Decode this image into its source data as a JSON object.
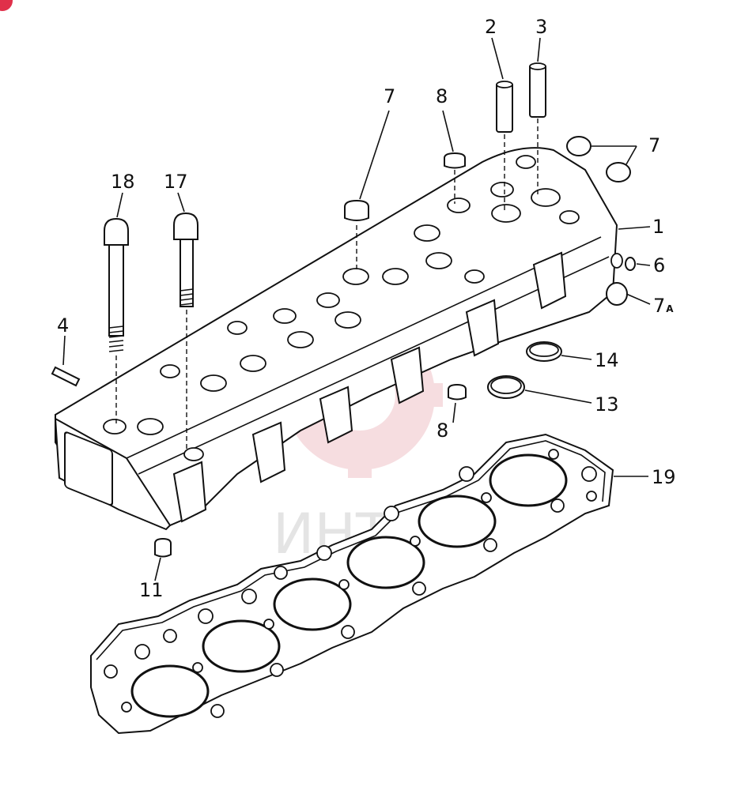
{
  "watermark": {
    "text": "ИНТЕХ",
    "color": "#e6a0a8"
  },
  "badge": {
    "color": "#e0304a"
  },
  "callouts": {
    "c1": "1",
    "c2": "2",
    "c3": "3",
    "c4": "4",
    "c6": "6",
    "c7a": "7",
    "c7b": "7",
    "c7A": "7",
    "c7A_sub": "A",
    "c8a": "8",
    "c8b": "8",
    "c11": "11",
    "c13": "13",
    "c14": "14",
    "c17": "17",
    "c18": "18",
    "c19": "19"
  }
}
